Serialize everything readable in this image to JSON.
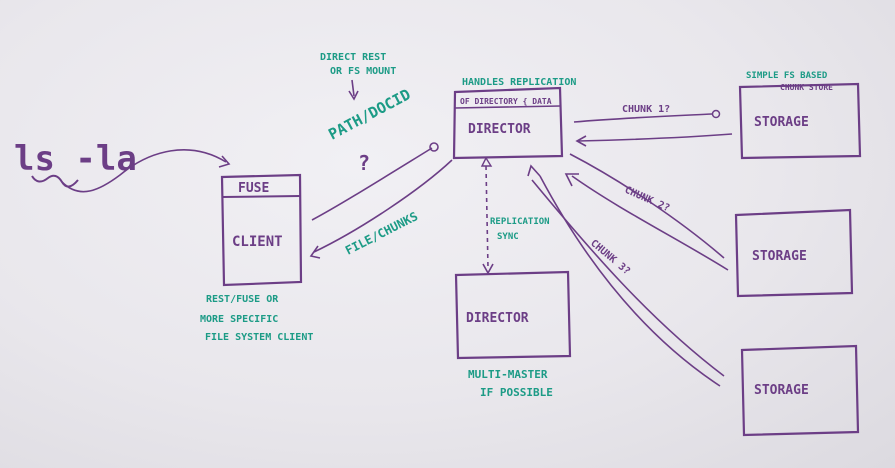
{
  "cmd": "ls -la",
  "notes": {
    "direct_rest": "DIRECT REST",
    "or_fs_mount": "OR FS MOUNT",
    "path_docid": "PATH/DOCID",
    "question": "?",
    "file_chunks": "FILE/CHUNKS",
    "handles_replication_1": "HANDLES REPLICATION",
    "handles_replication_2": "OF DIRECTORY { DATA",
    "replication_sync_1": "REPLICATION",
    "replication_sync_2": "SYNC",
    "storage_note_1": "SIMPLE FS BASED",
    "storage_note_2": "CHUNK STORE",
    "client_note_1": "REST/FUSE OR",
    "client_note_2": "MORE SPECIFIC",
    "client_note_3": "FILE SYSTEM CLIENT",
    "multi_master_1": "MULTI-MASTER",
    "multi_master_2": "IF POSSIBLE"
  },
  "boxes": {
    "fuse": "FUSE",
    "client": "CLIENT",
    "director_main": "DIRECTOR",
    "director_replica": "DIRECTOR",
    "storage_1": "STORAGE",
    "storage_2": "STORAGE",
    "storage_3": "STORAGE"
  },
  "arrows": {
    "chunk_1": "CHUNK 1?",
    "chunk_2": "CHUNK 2?",
    "chunk_3": "CHUNK 3?"
  },
  "colors": {
    "purple": "#6c3e86",
    "green": "#1c9b86",
    "board": "#ebe9ee"
  }
}
